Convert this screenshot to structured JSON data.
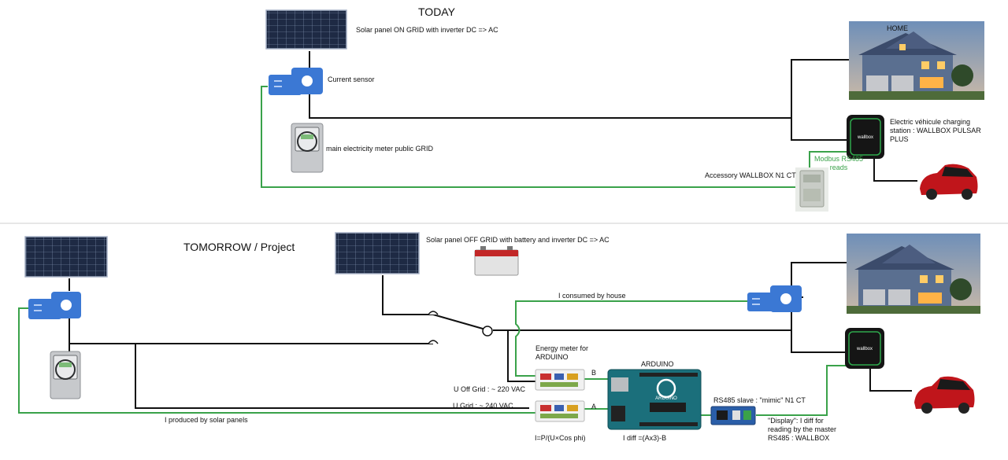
{
  "today": {
    "title": "TODAY",
    "solar_label": "Solar panel ON GRID with inverter DC => AC",
    "current_sensor_label": "Current sensor",
    "meter_label": "main electricity meter public GRID",
    "home_label": "HOME",
    "wallbox_label": "Electric véhicule charging station : WALLBOX PULSAR PLUS",
    "modbus_line1": "Modbus RS485",
    "modbus_line2": "reads",
    "accessory_label": "Accessory WALLBOX N1 CT"
  },
  "tomorrow": {
    "title": "TOMORROW / Project",
    "solar_label": "Solar panel OFF GRID with battery and inverter DC => AC",
    "consumed_label": "I  consumed by house",
    "energy_meter_label_1": "Energy meter for",
    "energy_meter_label_2": "ARDUINO",
    "arduino_label": "ARDUINO",
    "arduino_board_text": "ARDUINO",
    "meter_b_label": "B",
    "meter_a_label": "A",
    "u_off_grid_label": "U Off Grid : ~ 220 VAC",
    "u_grid_label": "U Grid : ~ 240 VAC",
    "formula_label": "I=P/(U×Cos phi)",
    "idiff_label": "I diff =(Ax3)-B",
    "rs485_label": "RS485 slave : \"mimic\" N1 CT",
    "display_label": "\"Display\": I diff for reading by the master RS485 : WALLBOX",
    "produced_label": "I  produced by solar panels"
  },
  "colors": {
    "wire": "#111111",
    "modbus_green": "#3aa24a",
    "sensor_blue": "#3b78d4",
    "car_red": "#c0151b",
    "house_sky": "#6f8fb8",
    "arduino_teal": "#1b6f7b"
  },
  "icons": [
    "solar-panel-icon",
    "current-sensor-icon",
    "electricity-meter-icon",
    "house-photo",
    "wallbox-charger-icon",
    "car-icon",
    "battery-icon",
    "ct-module-icon",
    "energy-meter-icon",
    "arduino-board-icon",
    "rs485-module-icon",
    "switch-icon"
  ]
}
